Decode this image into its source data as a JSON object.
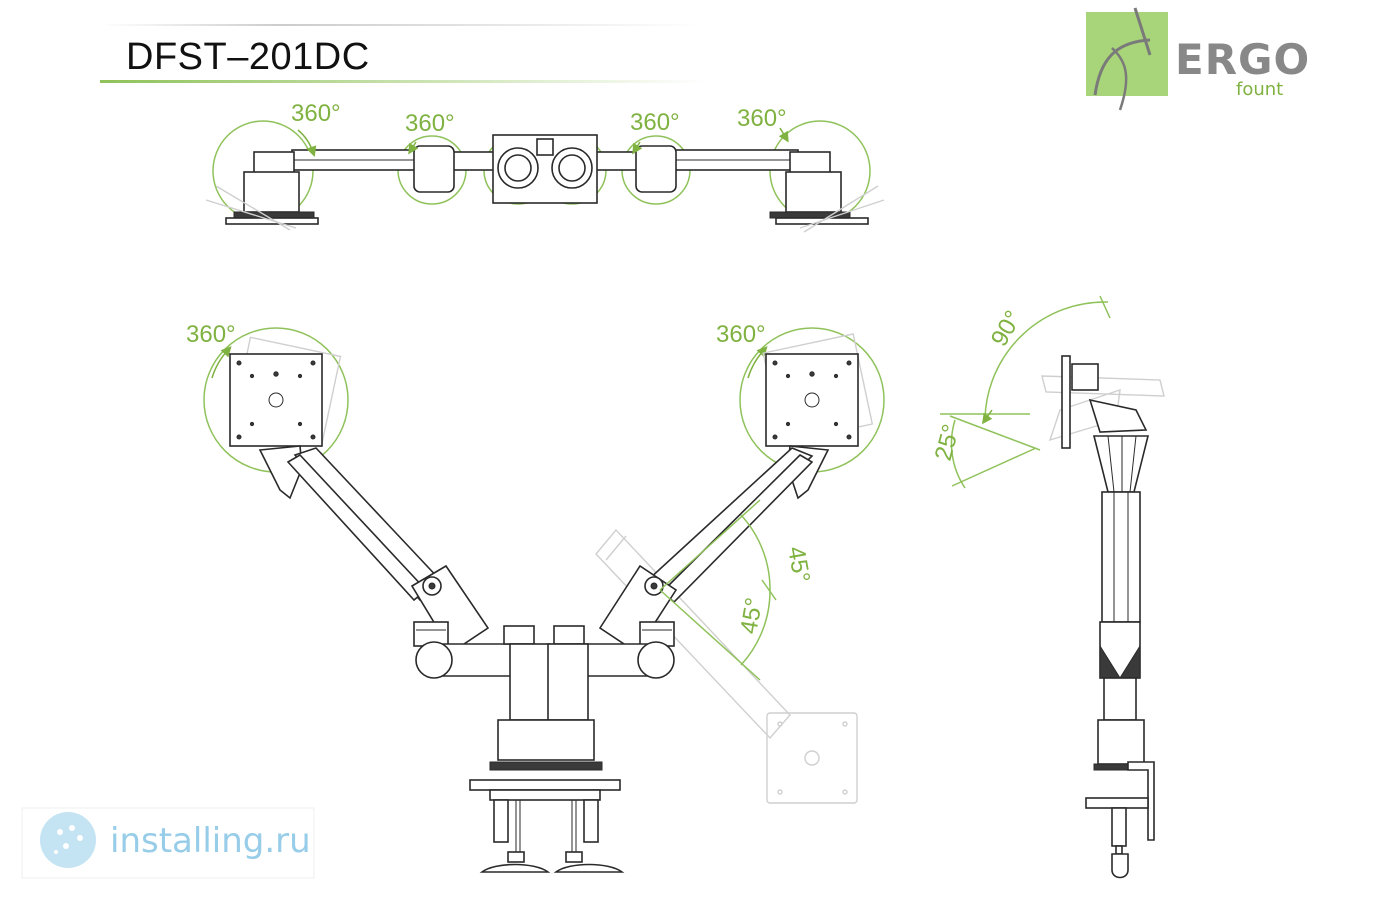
{
  "title": "DFST–201DC",
  "logo": {
    "main": "ERGO",
    "sub": "fount"
  },
  "watermark": {
    "text": "installing.ru"
  },
  "top_view": {
    "labels": [
      "360°",
      "360°",
      "360°",
      "360°"
    ]
  },
  "front_view": {
    "left_label": "360°",
    "right_label": "360°",
    "angle_upper": "45°",
    "angle_lower": "45°"
  },
  "side_view": {
    "tilt_up": "90°",
    "tilt_down": "25°"
  },
  "colors": {
    "accent": "#7fb241",
    "line": "#2a2a2a",
    "ghost": "#cfcfcf",
    "logo_bg": "#a8d47a"
  },
  "icons": [
    "ergo-logo-icon",
    "installing-logo-icon",
    "rotation-arrow-icon"
  ]
}
